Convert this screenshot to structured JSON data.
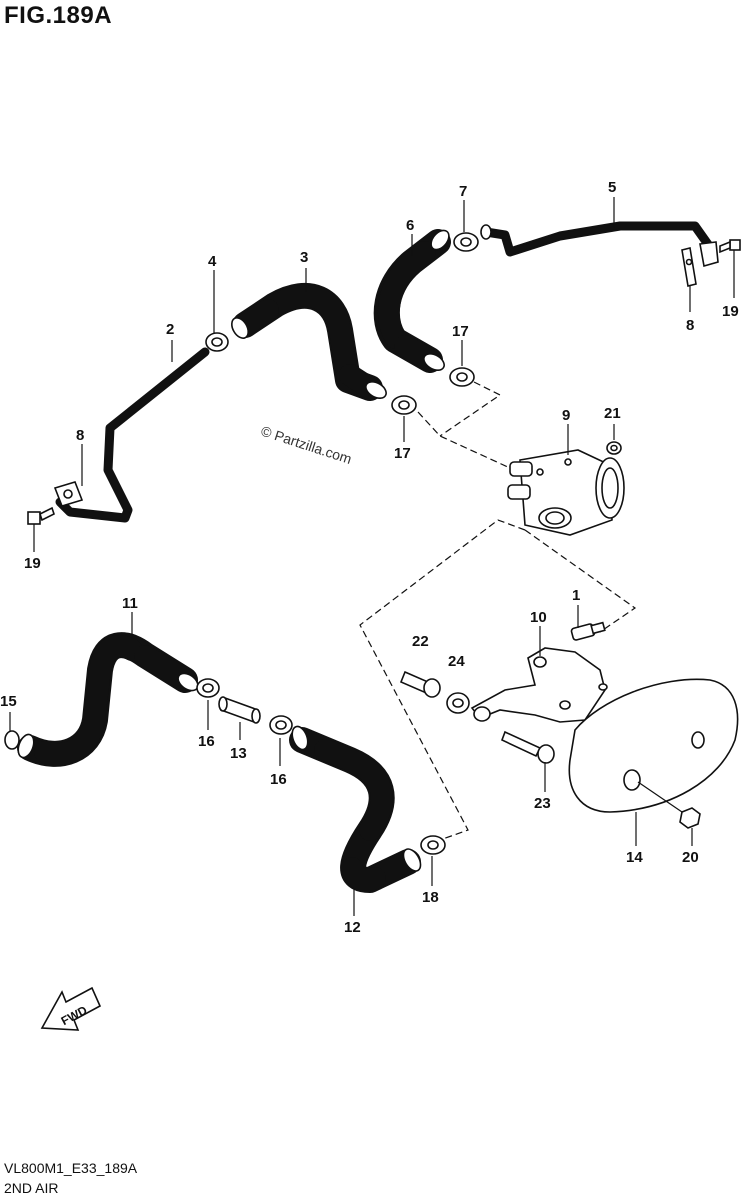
{
  "figure_title": "FIG.189A",
  "model_code": "VL800M1_E33_189A",
  "caption": "2ND AIR",
  "watermark": "© Partzilla.com",
  "fwd_label": "FWD",
  "callouts": {
    "p1": "1",
    "p2": "2",
    "p3": "3",
    "p4": "4",
    "p5": "5",
    "p6": "6",
    "p7": "7",
    "p8a": "8",
    "p8b": "8",
    "p9": "9",
    "p10": "10",
    "p11": "11",
    "p12": "12",
    "p13": "13",
    "p14": "14",
    "p15": "15",
    "p16a": "16",
    "p16b": "16",
    "p17a": "17",
    "p17b": "17",
    "p18": "18",
    "p19a": "19",
    "p19b": "19",
    "p20": "20",
    "p21": "21",
    "p22": "22",
    "p23": "23",
    "p24": "24"
  },
  "colors": {
    "line": "#111111",
    "hatch": "#111111",
    "background": "#ffffff"
  }
}
